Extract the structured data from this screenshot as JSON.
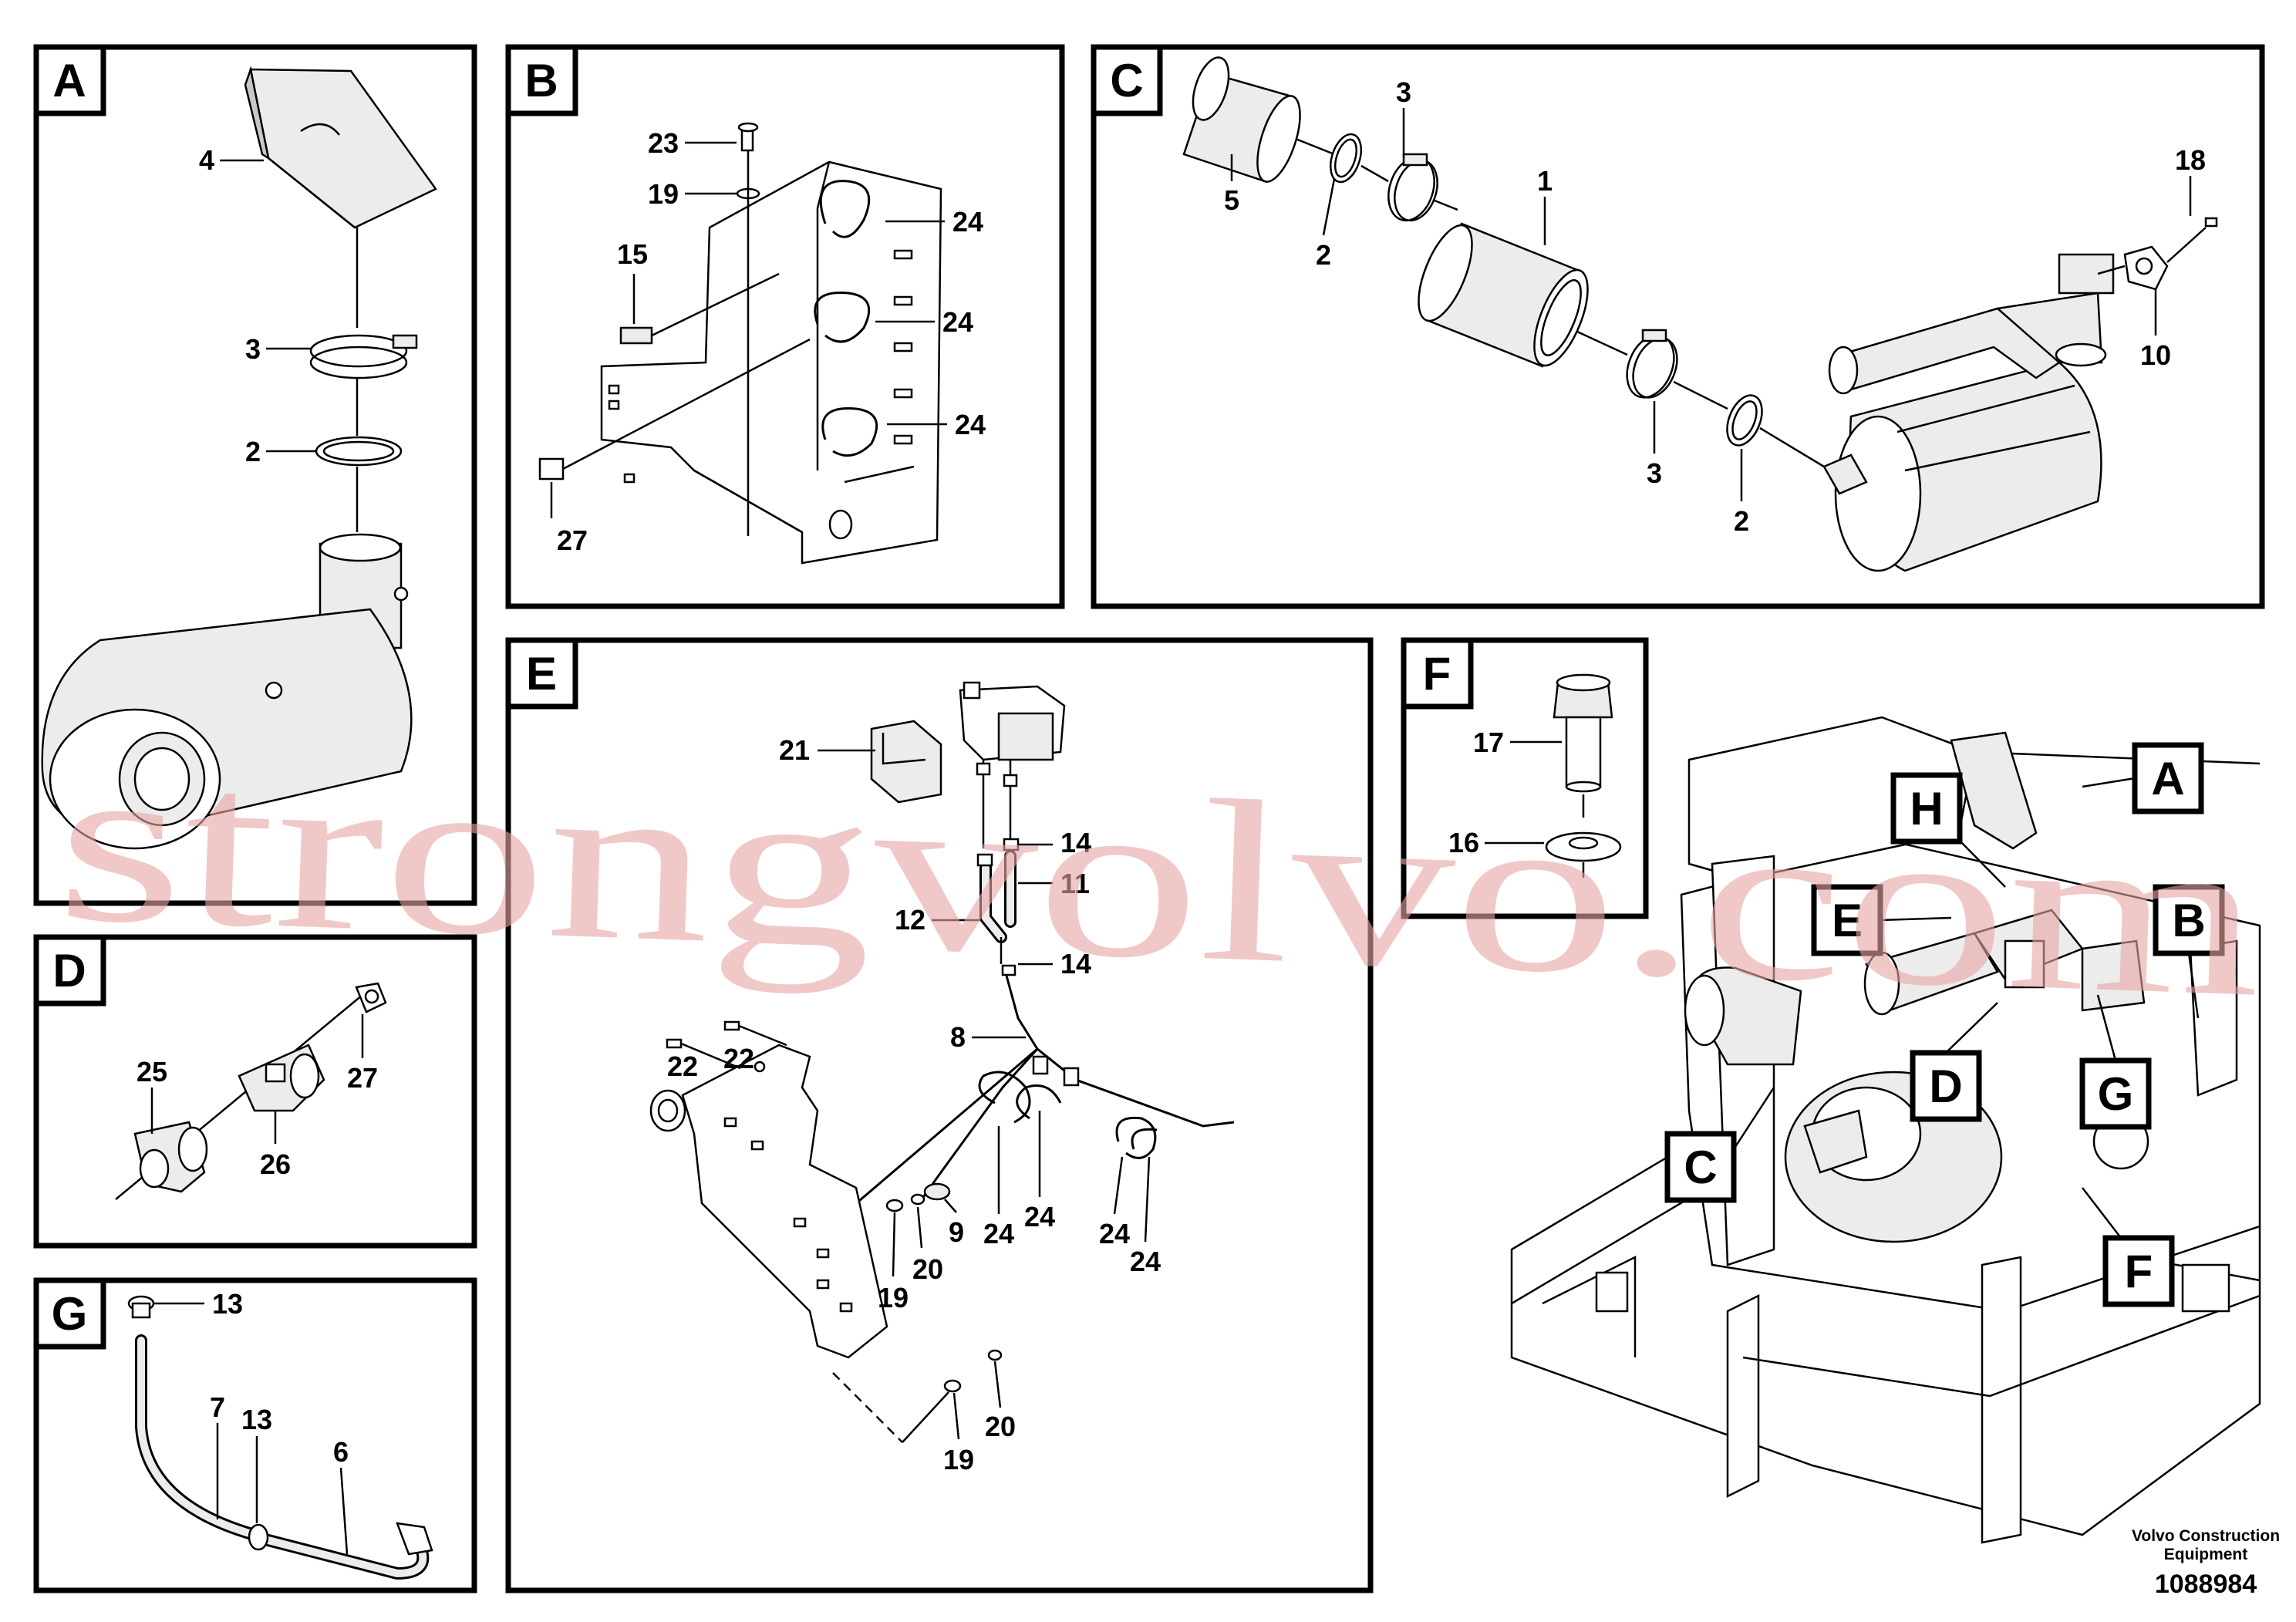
{
  "panels": {
    "A": {
      "letter": "A",
      "callouts": [
        "4",
        "3",
        "2"
      ]
    },
    "B": {
      "letter": "B",
      "callouts": [
        "23",
        "19",
        "24",
        "15",
        "24",
        "24",
        "27"
      ]
    },
    "C": {
      "letter": "C",
      "callouts": [
        "3",
        "18",
        "5",
        "1",
        "2",
        "10",
        "3",
        "2"
      ]
    },
    "D": {
      "letter": "D",
      "callouts": [
        "25",
        "27",
        "26"
      ]
    },
    "E": {
      "letter": "E",
      "callouts": [
        "21",
        "14",
        "12",
        "11",
        "14",
        "8",
        "22",
        "22",
        "9",
        "24",
        "24",
        "24",
        "24",
        "20",
        "19",
        "20",
        "19"
      ]
    },
    "F": {
      "letter": "F",
      "callouts": [
        "17",
        "16"
      ]
    },
    "G": {
      "letter": "G",
      "callouts": [
        "13",
        "7",
        "13",
        "6"
      ]
    }
  },
  "overview": {
    "markers": [
      "A",
      "H",
      "B",
      "E",
      "D",
      "G",
      "C",
      "F"
    ]
  },
  "footer": {
    "company_line1": "Volvo Construction",
    "company_line2": "Equipment",
    "doc_number": "1088984"
  },
  "watermark": "strongvolvo.com"
}
